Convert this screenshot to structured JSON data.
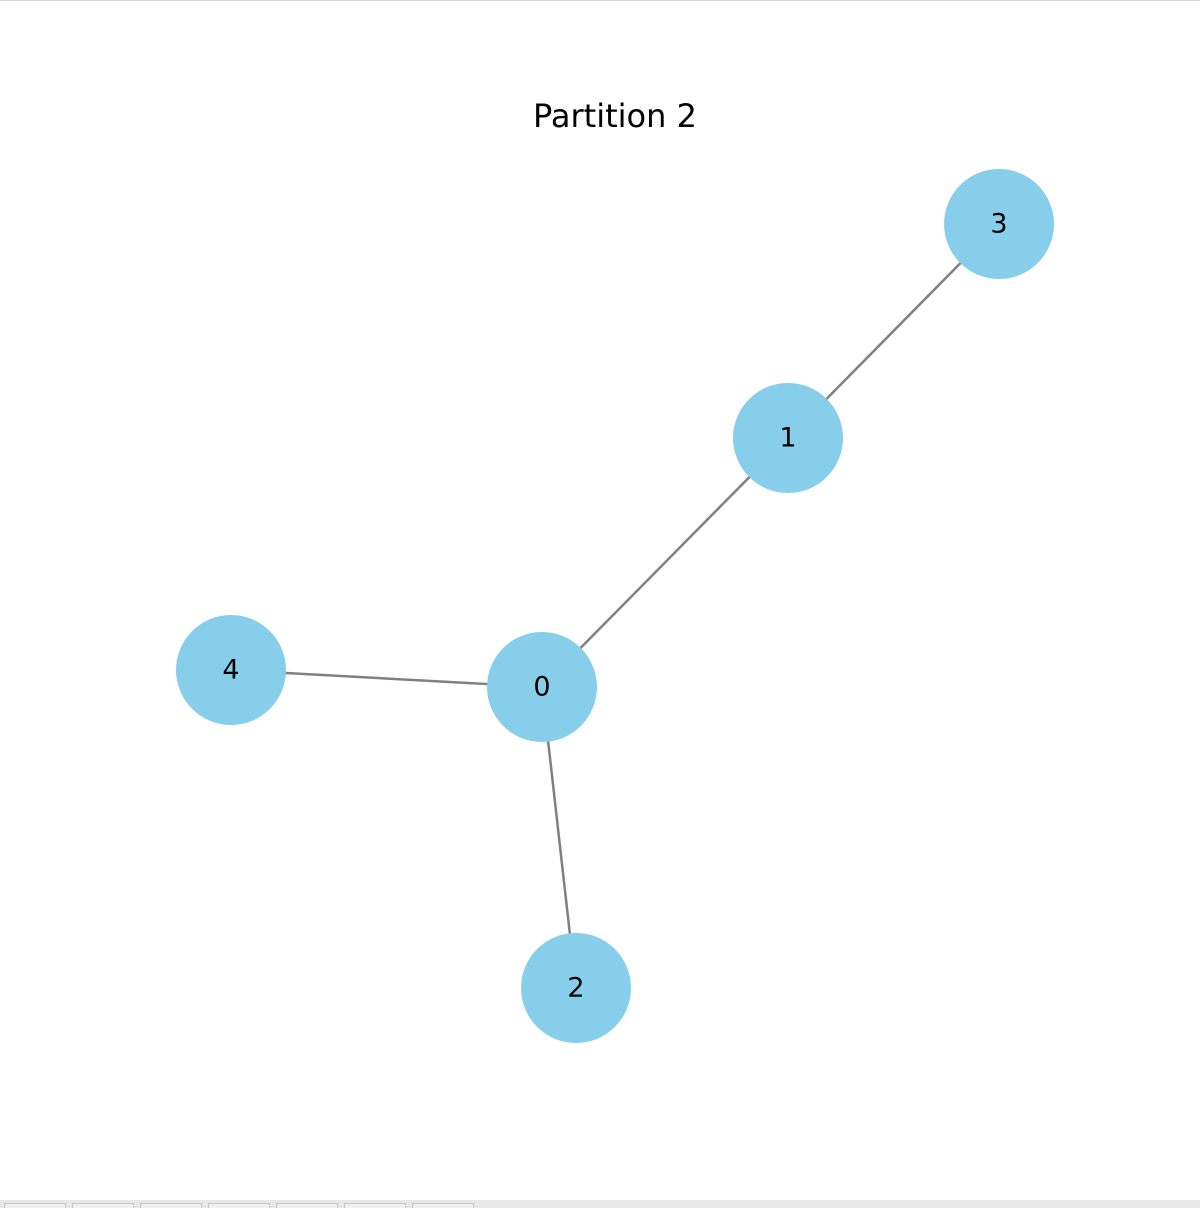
{
  "title": "Partition 2",
  "style": {
    "node_color": "#87CEEB",
    "edge_color": "#808080",
    "label_color": "#000000"
  },
  "nodes": [
    {
      "id": "0",
      "label": "0"
    },
    {
      "id": "1",
      "label": "1"
    },
    {
      "id": "2",
      "label": "2"
    },
    {
      "id": "3",
      "label": "3"
    },
    {
      "id": "4",
      "label": "4"
    }
  ],
  "edges": [
    {
      "source": "0",
      "target": "1"
    },
    {
      "source": "1",
      "target": "3"
    },
    {
      "source": "0",
      "target": "4"
    },
    {
      "source": "0",
      "target": "2"
    }
  ]
}
